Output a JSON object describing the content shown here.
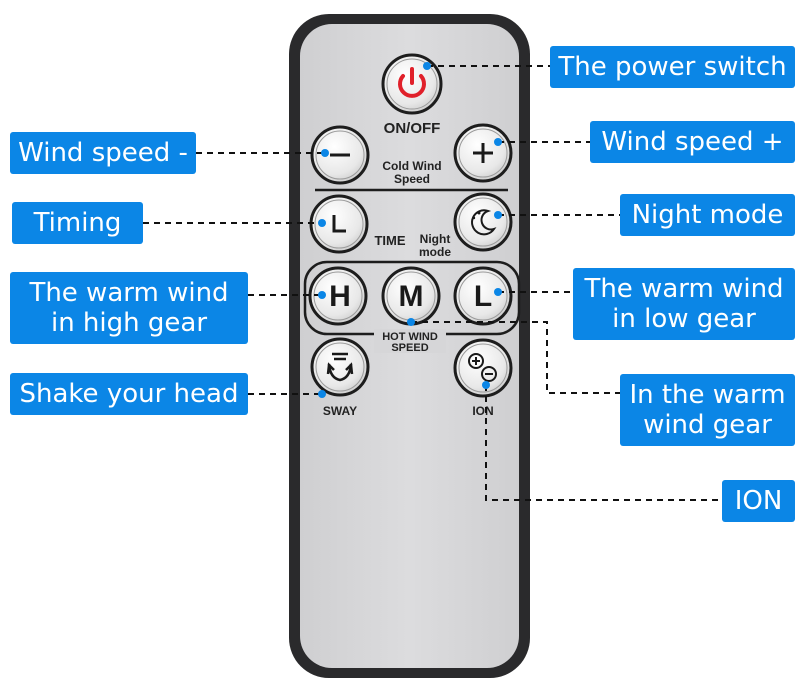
{
  "remote": {
    "power_label": "ON/OFF",
    "cold_wind_line1": "Cold Wind",
    "cold_wind_line2": "Speed",
    "time_label": "TIME",
    "night_line1": "Night",
    "night_line2": "mode",
    "hot_wind_line1": "HOT WIND",
    "hot_wind_line2": "SPEED",
    "sway_label": "SWAY",
    "ion_label": "ION",
    "btn_minus": "−",
    "btn_plus": "+",
    "btn_h": "H",
    "btn_m": "M",
    "btn_l": "L",
    "btn_timer_glyph": "L"
  },
  "callouts": {
    "power_switch": "The power switch",
    "wind_speed_minus": "Wind speed -",
    "wind_speed_plus": "Wind speed +",
    "timing": "Timing",
    "night_mode": "Night mode",
    "warm_high_line1": "The warm wind",
    "warm_high_line2": "in high gear",
    "warm_low_line1": "The warm wind",
    "warm_low_line2": "in low gear",
    "shake_head": "Shake your head",
    "warm_gear_line1": "In the warm",
    "warm_gear_line2": "wind gear",
    "ion": "ION"
  },
  "colors": {
    "callout_blue": "#0b86e6",
    "power_red": "#e0202a",
    "remote_body": "#d6d6d8",
    "remote_frame": "#2a2a2c"
  }
}
